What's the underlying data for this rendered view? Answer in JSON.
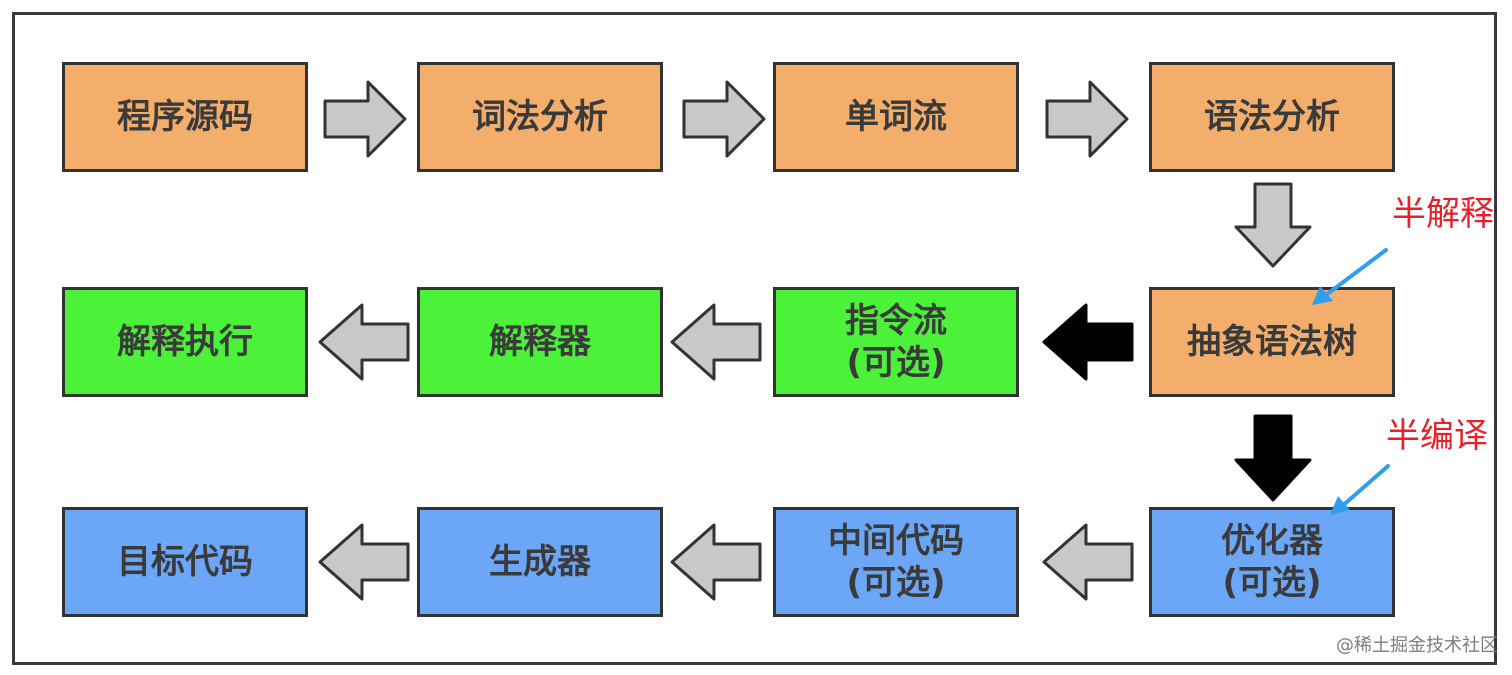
{
  "boxes": {
    "source": [
      "程序源码"
    ],
    "lexer": [
      "词法分析"
    ],
    "tokens": [
      "单词流"
    ],
    "parser": [
      "语法分析"
    ],
    "ast": [
      "抽象语法树"
    ],
    "instr": [
      "指令流",
      "(可选)"
    ],
    "interp": [
      "解释器"
    ],
    "exec": [
      "解释执行"
    ],
    "optimizer": [
      "优化器",
      "(可选)"
    ],
    "ir": [
      "中间代码",
      "(可选)"
    ],
    "gen": [
      "生成器"
    ],
    "target": [
      "目标代码"
    ]
  },
  "notes": {
    "semi_interpret": "半解释",
    "semi_compile": "半编译"
  },
  "watermark": "@稀土掘金技术社区",
  "colors": {
    "orange": "#f4ae6b",
    "green": "#4cf23a",
    "blue": "#6ca6f6",
    "arrow_gray": "#c8c8c8",
    "arrow_black": "#000000",
    "note_red": "#e8202a",
    "pointer_blue": "#2f9ef0"
  }
}
